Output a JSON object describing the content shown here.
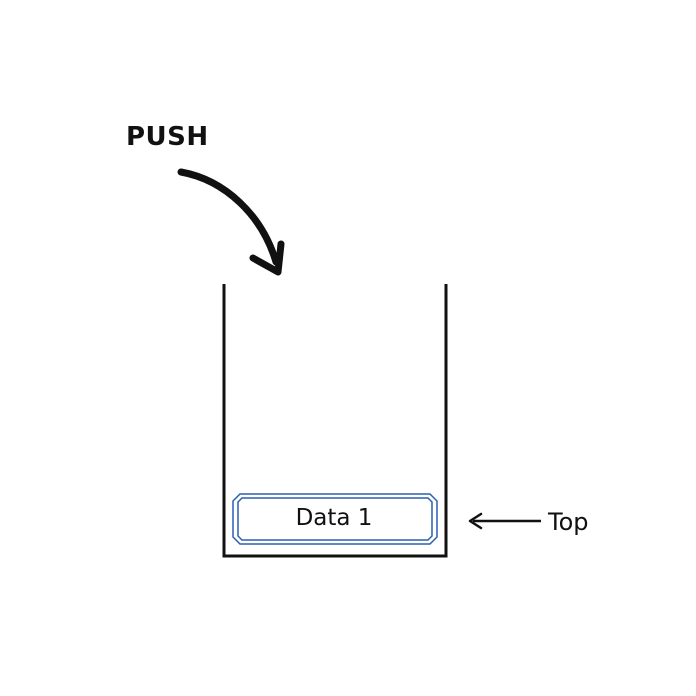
{
  "diagram": {
    "operation_label": "PUSH",
    "stack_items": [
      {
        "label": "Data 1"
      }
    ],
    "pointer_label": "Top",
    "colors": {
      "line": "#111111",
      "item_border": "#2b5fb3",
      "background": "#ffffff"
    },
    "icons": {
      "push_arrow": "curved-arrow-down-icon",
      "top_pointer": "arrow-left-icon"
    }
  }
}
